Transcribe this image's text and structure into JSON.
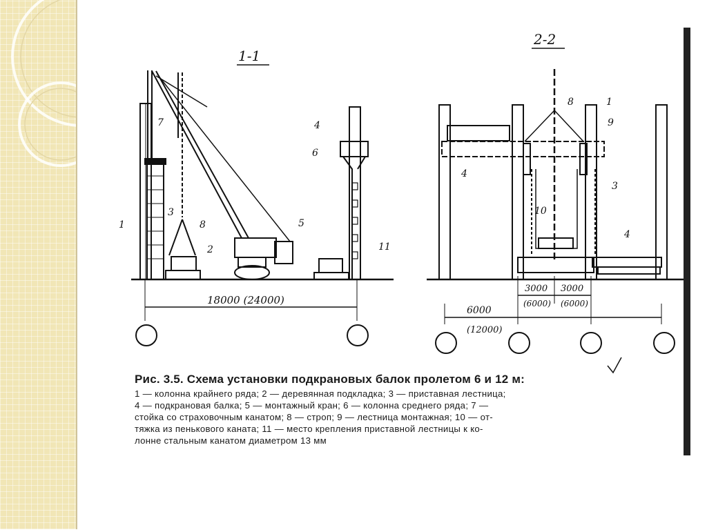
{
  "slide": {
    "accent_color": "#f1e6b6",
    "decor": "concentric-circles"
  },
  "diagram": {
    "section_left": "1-1",
    "section_right": "2-2",
    "callouts_left": [
      "7",
      "1",
      "3",
      "8",
      "2",
      "5",
      "4",
      "6",
      "11"
    ],
    "callouts_right": [
      "8",
      "1",
      "9",
      "4",
      "3",
      "10",
      "4"
    ],
    "dim_left_span": "18000 (24000)",
    "dim_right_span": "6000",
    "dim_right_span_alt": "(12000)",
    "dim_mid_a": "3000",
    "dim_mid_a_alt": "(6000)",
    "dim_mid_b": "3000",
    "dim_mid_b_alt": "(6000)"
  },
  "caption": {
    "title": "Рис. 3.5. Схема установки подкрановых балок пролетом 6 и 12 м:",
    "body": "1 — колонна крайнего ряда; 2 — деревянная подкладка; 3 — приставная лестница;\n4 — подкрановая балка; 5 — монтажный кран; 6 — колонна среднего ряда; 7 —\nстойка со страховочным канатом; 8 — строп; 9 — лестница монтажная; 10 — от-\nтяжка из пенькового каната; 11 — место крепления приставной лестницы к ко-\nлонне стальным канатом диаметром 13 мм"
  }
}
